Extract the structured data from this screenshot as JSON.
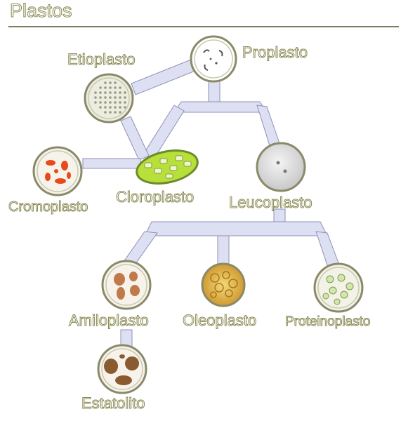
{
  "title": "Plastos",
  "nodes": {
    "etioplasto": "Etioplasto",
    "proplasto": "Proplasto",
    "cromoplasto": "Cromoplasto",
    "cloroplasto": "Cloroplasto",
    "leucoplasto": "Leucoplasto",
    "amiloplasto": "Amiloplasto",
    "oleoplasto": "Oleoplasto",
    "proteinoplasto": "Proteinoplasto",
    "estatolito": "Estatolito"
  },
  "colors": {
    "connector_fill": "#dde0f2",
    "connector_stroke": "#8f8fb8",
    "label_stroke": "#8a8a55",
    "chloroplast": "#b8e03a",
    "chromoplast_pigment": "#e84a1c",
    "amyloplast_granule": "#c07a4a",
    "statolith_granule": "#8a5a30",
    "oleoplast": "#d9a832",
    "leucoplast": "#d6d6d6"
  }
}
